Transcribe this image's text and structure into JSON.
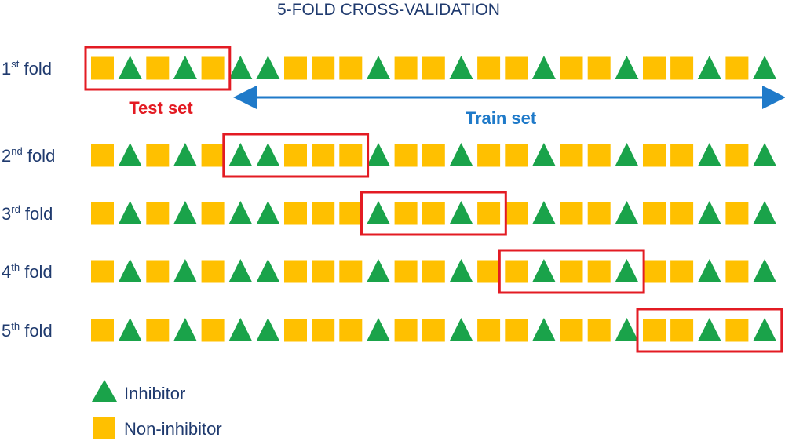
{
  "title": "5-FOLD CROSS-VALIDATION",
  "colors": {
    "inhibitor": "#1aa34a",
    "non_inhibitor": "#ffc000",
    "test_box": "#e31b23",
    "train_arrow": "#1f7ac9",
    "text": "#1f3a6e"
  },
  "sequence": [
    "N",
    "I",
    "N",
    "I",
    "N",
    "I",
    "I",
    "N",
    "N",
    "N",
    "I",
    "N",
    "N",
    "I",
    "N",
    "N",
    "I",
    "N",
    "N",
    "I",
    "N",
    "N",
    "I",
    "N",
    "I"
  ],
  "folds": [
    {
      "ordinal": "1",
      "suffix": "st",
      "word": "fold",
      "test_start": 0,
      "test_count": 5
    },
    {
      "ordinal": "2",
      "suffix": "nd",
      "word": "fold",
      "test_start": 5,
      "test_count": 5
    },
    {
      "ordinal": "3",
      "suffix": "rd",
      "word": "fold",
      "test_start": 10,
      "test_count": 5
    },
    {
      "ordinal": "4",
      "suffix": "th",
      "word": "fold",
      "test_start": 15,
      "test_count": 5
    },
    {
      "ordinal": "5",
      "suffix": "th",
      "word": "fold",
      "test_start": 20,
      "test_count": 5
    }
  ],
  "test_label": "Test set",
  "train_label": "Train set",
  "legend": [
    {
      "shape": "triangle",
      "label": "Inhibitor"
    },
    {
      "shape": "square",
      "label": "Non-inhibitor"
    }
  ]
}
